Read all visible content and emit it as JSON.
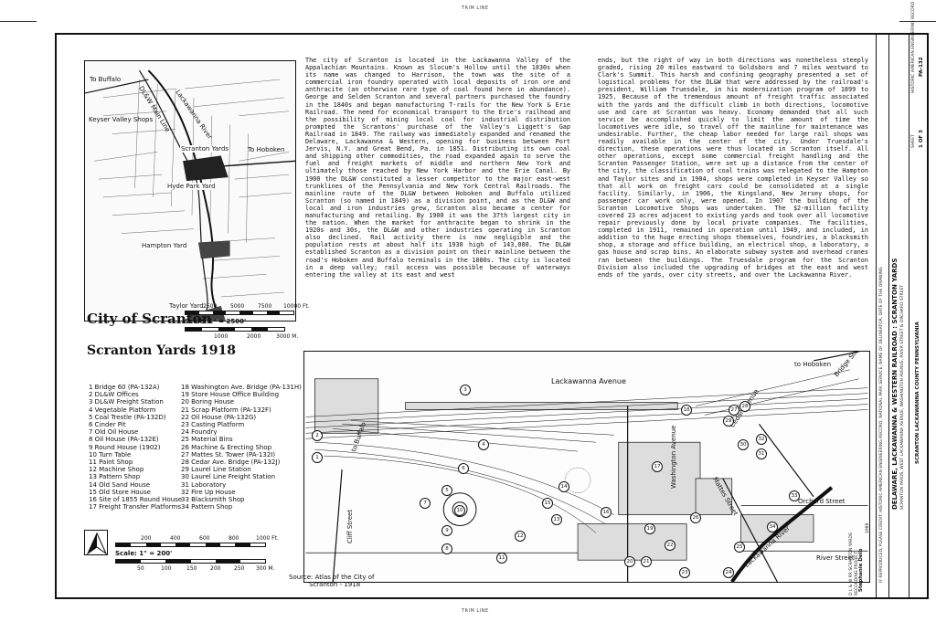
{
  "trim_label": "TRIM LINE",
  "inset_map": {
    "labels": {
      "to_buffalo": "To Buffalo",
      "keyser_valley_shops": "Keyser Valley Shops",
      "lackawanna_river": "Lackawanna River",
      "dlw_main_line": "DL&W Main Line",
      "scranton_yards": "Scranton Yards",
      "to_hoboken": "To Hoboken",
      "hyde_park_yard": "Hyde Park Yard",
      "hampton_yard": "Hampton Yard",
      "taylor_yard": "Taylor Yard"
    }
  },
  "body_text": {
    "column_1": "The city of Scranton is located in the Lackawanna Valley of the Appalachian Mountains. Known as Slocum's Hollow until the 1830s when its name was changed to Harrison, the town was the site of a commercial iron foundry operated with local deposits of iron ore and anthracite (an otherwise rare type of coal found here in abundance). George and Selden Scranton and several partners purchased the foundry in the 1840s and began manufacturing T-rails for the New York & Erie Railroad. The need for economical transport to the Erie's railhead and the possibility of mining local coal for industrial distribution prompted the Scrantons' purchase of the Valley's Liggett's Gap Railroad in 1849. The railway was immediately expanded and renamed the Delaware, Lackawanna & Western, opening for business between Port Jervis, N.Y. and Great Bend, Pa. in 1851. Distributing its own coal and shipping other commodities, the road expanded again to serve the fuel and freight markets of middle and northern New York and ultimately those reached by New York Harbor and the Erie Canal. By 1900 the DL&W constituted a lesser competitor to the major east-west trunklines of the Pennsylvania and New York Central Railroads. The mainline route of the DL&W between Hoboken and Buffalo utilized Scranton (so named in 1849) as a division point, and as the DL&W and local and iron industries grew, Scranton also became a center for manufacturing and retailing. By 1900 it was the 37th largest city in the nation. When the market for anthracite began to shrink in the 1920s and 30s, the DL&W and other industries operating in Scranton also declined. Rail activity there is now negligible and the population rests at about half its 1930 high of 143,000.\nThe DL&W established Scranton as a division point on their mainline between the road's Hoboken and Buffalo terminals in the 1880s. The city is located in a deep valley; rail access was possible because of waterways entering the valley at its east and west",
    "column_2": "ends, but the right of way in both directions was nonetheless steeply graded, rising 20 miles eastward to Goldsboro and 7 miles westward to Clark's Summit. This harsh and confining geography presented a set of logistical problems for the DL&W that were addressed by the railroad's president, William Truesdale, in his modernization program of 1899 to 1925. Because of the tremendous amount of freight traffic associated with the yards and the difficult climb in both directions, locomotive use and care at Scranton was heavy. Economy demanded that all such service be accomplished quickly to limit the amount of time the locomotives were idle, so travel off the mainline for maintenance was undesirable. Further, the cheap labor needed for large rail shops was readily available in the center of the city. Under Truesdale's direction, these operations were thus located in Scranton itself. All other operations, except some commercial freight handling and the Scranton Passenger Station, were set up a distance from the center of the city, the classification of coal trains was relegated to the Hampton and Taylor sites and in 1904, shops were completed in Keyser Valley so that all work on freight cars could be consolidated at a single facility. Similarly, in 1906, the Kingsland, New Jersey shops, for passenger car work only, were opened. In 1907 the building of the Scranton Locomotive Shops was undertaken. The $2-million facility covered 23 acres adjacent to existing yards and took over all locomotive repair previously done by local private companies. The facilities, completed in 1911, remained in operation until 1949, and included, in addition to the huge erecting shops themselves, foundries, a blacksmith shop, a storage and office building, an electrical shop, a laboratory, a gas house and scrap bins. An elaborate subway system and overhead cranes ran between the buildings. The Truesdale program for the Scranton Division also included the upgrading of bridges at the east and west ends of the yards, over city streets, and over the Lackawanna River."
  },
  "titles": {
    "city": "City of Scranton",
    "yards": "Scranton Yards 1918"
  },
  "scale_city": {
    "label": "Scale: 1\" = 2500'",
    "feet_top": [
      "2500",
      "5000",
      "7500",
      "10000 Ft."
    ],
    "meters_bottom": [
      "1000",
      "2000",
      "3000 M."
    ]
  },
  "scale_yards": {
    "label": "Scale: 1\" = 200'",
    "feet_top": [
      "200",
      "400",
      "600",
      "800",
      "1000 Ft."
    ],
    "meters_bottom": [
      "50",
      "100",
      "150",
      "200",
      "250",
      "300 M."
    ]
  },
  "legend_col_1": [
    "1 Bridge 60 (PA-132A)",
    "2 DL&W Offices",
    "3 DL&W Freight Station",
    "4 Vegetable Platform",
    "5 Coal Trestle (PA-132D)",
    "6 Cinder Pit",
    "7 Old Oil House",
    "8 Oil House (PA-132E)",
    "9 Round House (1902)",
    "10 Turn Table",
    "11 Paint Shop",
    "12 Machine Shop",
    "13 Pattern Shop",
    "14 Old Sand House",
    "15 Old Store House",
    "16 Site of 1855 Round House",
    "17 Freight Transfer Platforms"
  ],
  "legend_col_2": [
    "18 Washington Ave. Bridge (PA-131H)",
    "19 Store House Office Building",
    "20 Boring House",
    "21 Scrap Platform (PA-132F)",
    "22 Oil House (PA-132G)",
    "23 Casting Platform",
    "24 Foundry",
    "25 Material Bins",
    "26 Machine & Erecting Shop",
    "27 Mattes St. Tower (PA-132I)",
    "28 Cedar Ave. Bridge (PA-132J)",
    "29 Laurel Line Station",
    "30 Laurel Line Freight Station",
    "31 Laboratory",
    "32 Fire Up House",
    "33 Blacksmith Shop",
    "34 Pattern Shop"
  ],
  "yards_map": {
    "labels": {
      "to_hoboken": "to Hoboken",
      "lackawanna_avenue": "Lackawanna Avenue",
      "to_buffalo": "to Buffalo",
      "washington_avenue": "Washington Avenue",
      "cliff_street": "Cliff Street",
      "bridge_street": "Bridge Street",
      "orchard_street": "Orchard Street",
      "river_street": "River Street",
      "mattes_street": "Mattes Street",
      "cedar_avenue": "Cedar Avenue",
      "lackawanna_river": "Lackawanna River"
    },
    "markers": [
      "1",
      "2",
      "3",
      "4",
      "5",
      "6",
      "7",
      "8",
      "9",
      "10",
      "11",
      "12",
      "13",
      "14",
      "15",
      "16",
      "17",
      "18",
      "19",
      "20",
      "21",
      "22",
      "23",
      "24",
      "25",
      "26",
      "27",
      "28",
      "29",
      "30",
      "31",
      "32",
      "33",
      "34"
    ]
  },
  "source": {
    "line1": "Source: Atlas of the City of",
    "line2": "Scranton - 1918"
  },
  "title_block": {
    "main_title": "DELAWARE, LACKAWANNA & WESTERN RAILROAD : SCRANTON YARDS",
    "address": "SCRANTON YARDS, WEST LACKAWANNA AVENUE, WASHINGTON AVENUE, RIVER STREET & ORCHARD STREET",
    "location": "SCRANTON   LACKAWANNA COUNTY   PENNSYLVANIA",
    "small_note": "IF REPRODUCED, PLEASE CREDIT: HISTORIC AMERICAN ENGINEERING RECORD, NATIONAL PARK SERVICE, NAME OF DELINEATOR, DATE OF THE DRAWING",
    "agency": "HISTORIC AMERICAN ENGINEERING RECORD",
    "survey_no": "PA-132",
    "sheet_label": "SHEET",
    "sheet_no": "1 OF 3",
    "drawn_by": "Stephanie Delb",
    "drawn_year": "1989",
    "project": "D L & W RR SCRANTON YARDS",
    "project_sub": "RECORDING PROJECT"
  }
}
